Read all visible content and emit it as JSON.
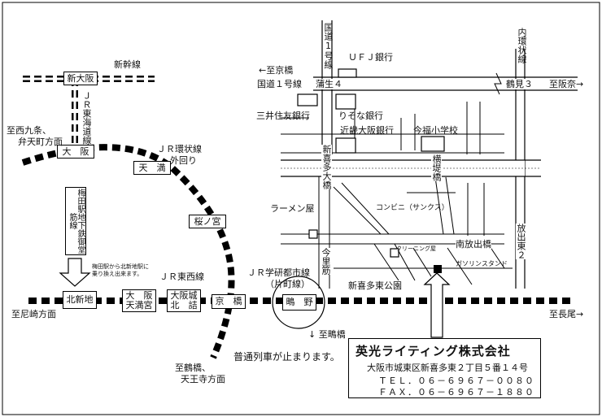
{
  "stations": {
    "shin_osaka": "新大阪",
    "osaka": "大　阪",
    "tenma": "天　満",
    "sakuranomiya": "桜ノ宮",
    "kitashinchi": "北新地",
    "osaka_tenmangu": "大　阪\n天満宮",
    "osakajo_kitazume": "大阪城\n北　詰",
    "kyobashi": "京　橋",
    "shigino": "鴫　野"
  },
  "rail_labels": {
    "shinkansen": "新幹線",
    "jr_tokaido": "ＪＲ東海道線",
    "loop_line": "ＪＲ環状線",
    "loop_outer": "外回り",
    "umeda_subway": "梅田駅地下鉄御堂筋線",
    "jr_tozai": "ＪＲ東西線",
    "gakkentoshi": "ＪＲ学研都市線",
    "katamachi": "（片町線）",
    "transfer_note_1": "梅田駅から北新地駅に",
    "transfer_note_2": "乗り換え出来ます。",
    "local_stop": "普通列車が止まります。"
  },
  "directions": {
    "nishikujo": "至西九条、",
    "bentencho": "弁天町方面",
    "amagasaki": "至尼崎方面",
    "tsuruhashi": "至鶴橋、",
    "tennoji": "天王寺方面",
    "kyobashi_dir": "←至京橋",
    "hannan": "至阪奈→",
    "nagao": "至長尾→",
    "shigino_bridge": "↓ 至鴫橋"
  },
  "roads": {
    "route1_vertical": "国道1号線",
    "route1": "国道１号線",
    "gamo4": "蒲生４",
    "tsurumi3": "鶴見３",
    "naikanjo": "内環状線",
    "shinkitajima_bridge": "新喜多大橋",
    "yokodutsumi_bridge": "横堤橋",
    "imazato_suji": "今里筋",
    "minami_hanaide_bridge": "南放出橋",
    "hanaide_higashi2": "放出東２"
  },
  "landmarks": {
    "ufj": "ＵＦＪ銀行",
    "mitsui_sumitomo": "三井住友銀行",
    "resona": "りそな銀行",
    "kinki_osaka": "近畿大阪銀行",
    "imafuku_school": "今福小学校",
    "ramen": "ラーメン屋",
    "convenience": "コンビニ（サンクス）",
    "cleaning": "クリーニング屋",
    "gas_station": "ガソリンスタンド",
    "park": "新喜多東公園"
  },
  "company": {
    "name": "英光ライティング株式会社",
    "address": "大阪市城東区新喜多東２丁目５番１４号",
    "tel": "ＴＥＬ．０６－６９６７－００８０",
    "fax": "ＦＡＸ．０６－６９６７－１８８０"
  }
}
